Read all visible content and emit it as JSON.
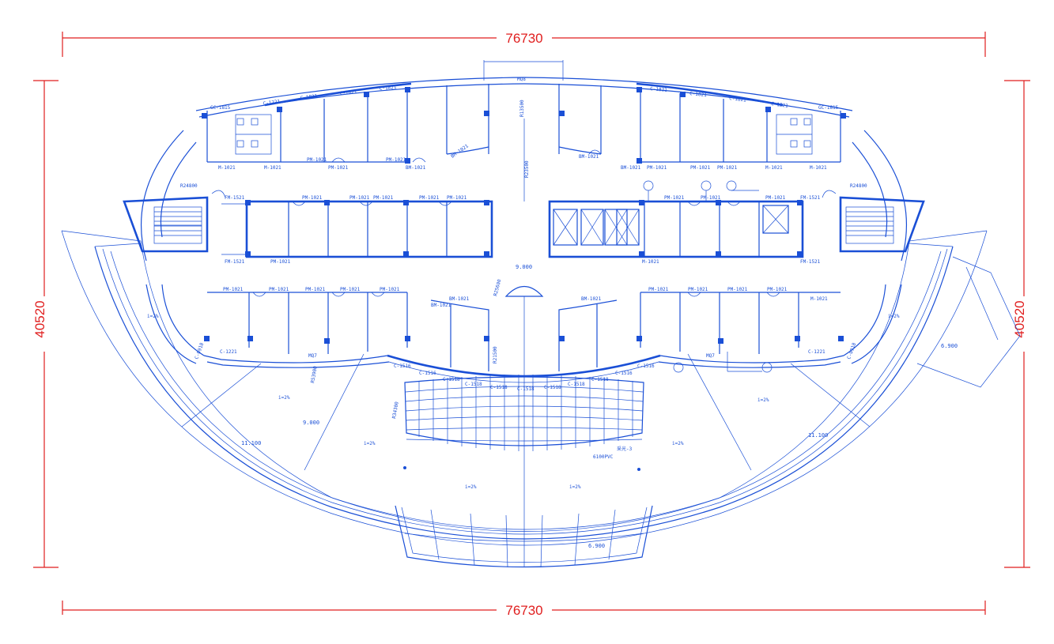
{
  "dimensions": {
    "top_width": "76730",
    "bottom_width": "76730",
    "left_height": "40520",
    "right_height": "40520"
  },
  "labels": {
    "top_mq": "MQ8",
    "gc_left": "GC-1815",
    "gc_right": "GC-1815",
    "c1221": "C-1221",
    "c1821": "C-1821",
    "c1516": "C-1516",
    "c1518": "C-1518",
    "c0918": "C-0918",
    "c1521": "C-1521",
    "m1021": "M-1021",
    "pm1021": "PM-1021",
    "bm1021": "BM-1021",
    "fm1521": "FM-1521",
    "mq7": "MQ7",
    "level_9000": "9.000",
    "level_11100": "11.100",
    "level_6900": "6.900",
    "slope": "i=2%",
    "r24800": "R24800",
    "r23500": "R23500",
    "r13500": "R13500",
    "r25600": "R25600",
    "r21500": "R21500",
    "r53900": "R53900",
    "r34300": "R34300",
    "skylight": "采光-3",
    "skylight_sub": "6100PVC"
  },
  "colors": {
    "plan": "#1a4fd6",
    "dimension": "#e01e1e",
    "background": "#ffffff"
  }
}
